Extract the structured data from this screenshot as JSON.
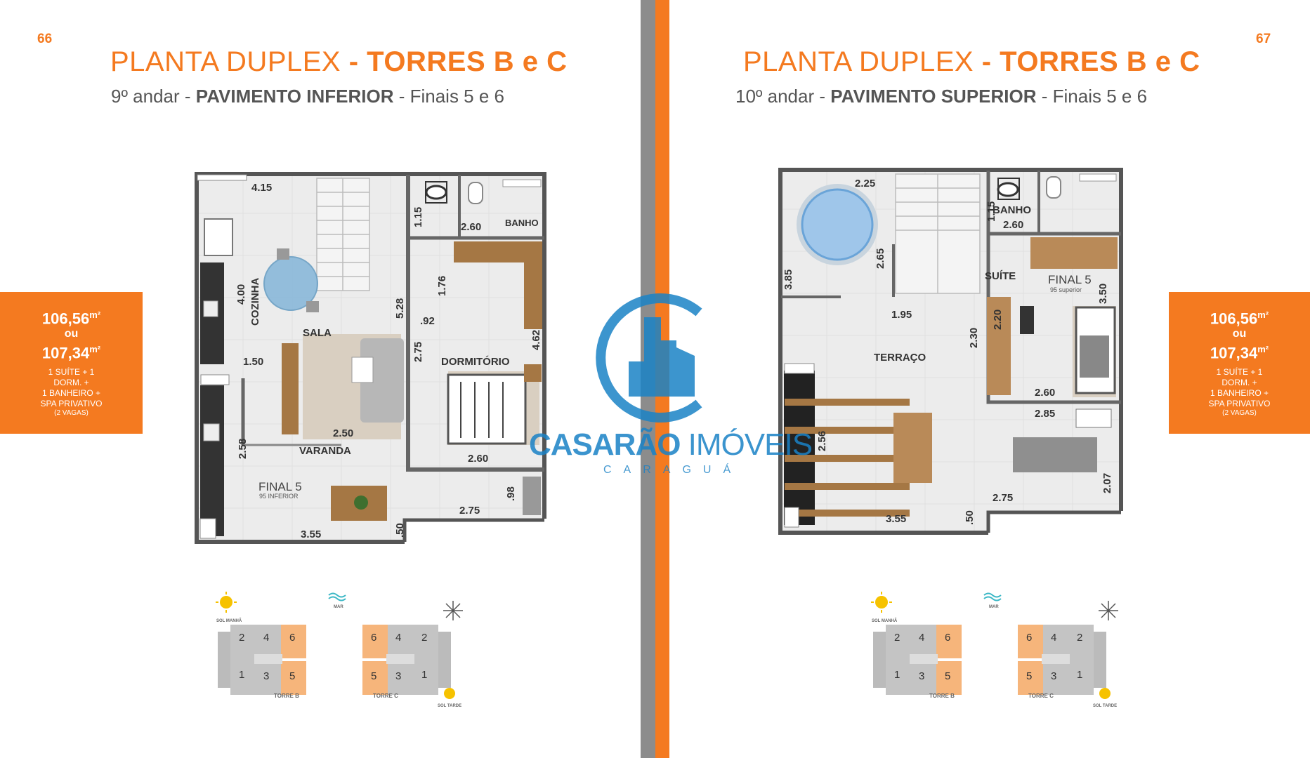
{
  "left": {
    "page_number": "66",
    "title_light": "PLANTA DUPLEX",
    "title_bold": "- TORRES B e C",
    "subtitle_a": "9º andar - ",
    "subtitle_b": "PAVIMENTO INFERIOR",
    "subtitle_c": " - Finais 5 e 6",
    "badge": {
      "area1": "106,56",
      "unit": "m²",
      "or": "ou",
      "area2": "107,34",
      "line1": "1 SUÍTE + 1",
      "line2": "DORM. +",
      "line3": "1 BANHEIRO +",
      "line4": "SPA PRIVATIVO",
      "vagas": "(2 VAGAS)"
    },
    "plan": {
      "rooms": {
        "cozinha": "COZINHA",
        "sala": "SALA",
        "dormitorio": "DORMITÓRIO",
        "banho": "BANHO",
        "varanda": "VARANDA",
        "final": "FINAL 5",
        "final_sub": "95 INFERIOR"
      },
      "dims": {
        "d415": "4.15",
        "d115": "1.15",
        "d260a": "2.60",
        "d176": "1.76",
        "d400": "4.00",
        "d528": "5.28",
        "d92": ".92",
        "d275v": "2.75",
        "d462": "4.62",
        "d150": "1.50",
        "d250": "2.50",
        "d260b": "2.60",
        "d258": "2.58",
        "d98": ".98",
        "d275h": "2.75",
        "d355": "3.55",
        "d50": ".50"
      }
    },
    "key": {
      "sun_morning": "SOL MANHÃ",
      "sea": "MAR",
      "sun_afternoon": "SOL TARDE",
      "tower_b": "TORRE B",
      "tower_c": "TORRE C",
      "b_top": [
        "2",
        "4",
        "6"
      ],
      "b_bottom": [
        "1",
        "3",
        "5"
      ],
      "c_top": [
        "6",
        "4",
        "2"
      ],
      "c_bottom": [
        "5",
        "3",
        "1"
      ]
    }
  },
  "right": {
    "page_number": "67",
    "title_light": "PLANTA DUPLEX",
    "title_bold": "- TORRES B e C",
    "subtitle_a": "10º andar - ",
    "subtitle_b": "PAVIMENTO SUPERIOR",
    "subtitle_c": " - Finais 5 e 6",
    "badge": {
      "area1": "106,56",
      "unit": "m²",
      "or": "ou",
      "area2": "107,34",
      "line1": "1 SUÍTE + 1",
      "line2": "DORM. +",
      "line3": "1 BANHEIRO +",
      "line4": "SPA PRIVATIVO",
      "vagas": "(2 VAGAS)"
    },
    "plan": {
      "rooms": {
        "banho": "BANHO",
        "suite": "SUÍTE",
        "terraco": "TERRAÇO",
        "final": "FINAL 5",
        "final_sub": "95 superior"
      },
      "dims": {
        "d225": "2.25",
        "d115": "1.15",
        "d260a": "2.60",
        "d265": "2.65",
        "d385": "3.85",
        "d350": "3.50",
        "d195": "1.95",
        "d230": "2.30",
        "d220": "2.20",
        "d260b": "2.60",
        "d285": "2.85",
        "d256": "2.56",
        "d207": "2.07",
        "d275": "2.75",
        "d355": "3.55",
        "d50": ".50"
      }
    },
    "key": {
      "sun_morning": "SOL MANHÃ",
      "sea": "MAR",
      "sun_afternoon": "SOL TARDE",
      "tower_b": "TORRE B",
      "tower_c": "TORRE C",
      "b_top": [
        "2",
        "4",
        "6"
      ],
      "b_bottom": [
        "1",
        "3",
        "5"
      ],
      "c_top": [
        "6",
        "4",
        "2"
      ],
      "c_bottom": [
        "5",
        "3",
        "1"
      ]
    }
  },
  "watermark": {
    "name_bold": "CASARÃO",
    "name_light": " IMÓVEIS",
    "tagline": "CARAGUÁ"
  },
  "colors": {
    "accent": "#f47a20",
    "spine_gray": "#8c8c8c",
    "logo_blue": "#1a82c6"
  }
}
